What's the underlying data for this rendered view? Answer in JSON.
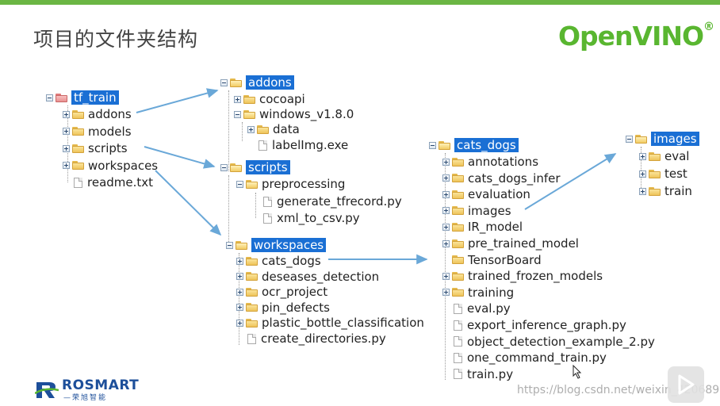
{
  "slide": {
    "title": "项目的文件夹结构",
    "logo_text": "OpenVINO",
    "logo_mark": "®",
    "brand_name": "ROSMART",
    "brand_sub": "—荣旭智能",
    "watermark": "https://blog.csdn.net/weixin_42068949"
  },
  "colors": {
    "accent_green": "#6bb644",
    "selection_blue": "#1a6fd4",
    "arrow_blue": "#6aa8d8"
  },
  "trees": {
    "tf_train": {
      "root": "tf_train",
      "items": [
        {
          "label": "addons",
          "type": "folder"
        },
        {
          "label": "models",
          "type": "folder"
        },
        {
          "label": "scripts",
          "type": "folder"
        },
        {
          "label": "workspaces",
          "type": "folder"
        },
        {
          "label": "readme.txt",
          "type": "file"
        }
      ]
    },
    "addons": {
      "root": "addons",
      "cocoapi": "cocoapi",
      "windows": "windows_v1.8.0",
      "data": "data",
      "labelimg": "labelImg.exe"
    },
    "scripts": {
      "root": "scripts",
      "preprocessing": "preprocessing",
      "files": [
        "generate_tfrecord.py",
        "xml_to_csv.py"
      ]
    },
    "workspaces": {
      "root": "workspaces",
      "items": [
        {
          "label": "cats_dogs",
          "type": "folder"
        },
        {
          "label": "deseases_detection",
          "type": "folder"
        },
        {
          "label": "ocr_project",
          "type": "folder"
        },
        {
          "label": "pin_defects",
          "type": "folder"
        },
        {
          "label": "plastic_bottle_classification",
          "type": "folder"
        },
        {
          "label": "create_directories.py",
          "type": "file"
        }
      ]
    },
    "cats_dogs": {
      "root": "cats_dogs",
      "items": [
        {
          "label": "annotations",
          "type": "folder"
        },
        {
          "label": "cats_dogs_infer",
          "type": "folder"
        },
        {
          "label": "evaluation",
          "type": "folder"
        },
        {
          "label": "images",
          "type": "folder"
        },
        {
          "label": "IR_model",
          "type": "folder"
        },
        {
          "label": "pre_trained_model",
          "type": "folder"
        },
        {
          "label": "TensorBoard",
          "type": "folder-noexp"
        },
        {
          "label": "trained_frozen_models",
          "type": "folder"
        },
        {
          "label": "training",
          "type": "folder"
        },
        {
          "label": "eval.py",
          "type": "file"
        },
        {
          "label": "export_inference_graph.py",
          "type": "file"
        },
        {
          "label": "object_detection_example_2.py",
          "type": "file"
        },
        {
          "label": "one_command_train.py",
          "type": "file"
        },
        {
          "label": "train.py",
          "type": "file"
        }
      ]
    },
    "images": {
      "root": "images",
      "items": [
        {
          "label": "eval",
          "type": "folder"
        },
        {
          "label": "test",
          "type": "folder"
        },
        {
          "label": "train",
          "type": "folder"
        }
      ]
    }
  }
}
